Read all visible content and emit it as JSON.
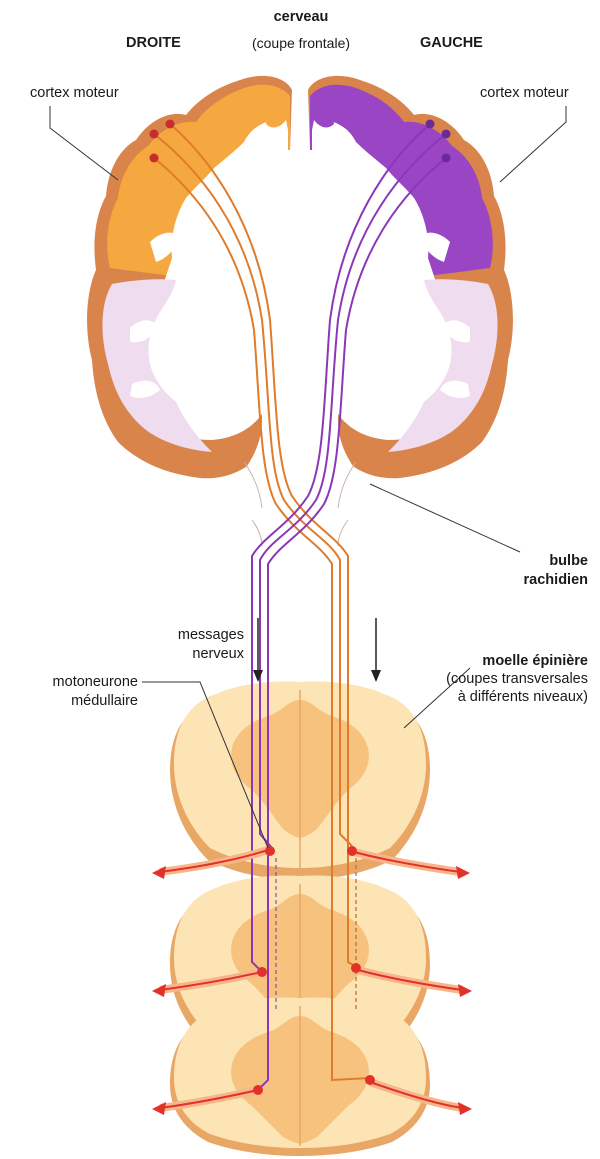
{
  "labels": {
    "droite": "DROITE",
    "cerveau": "cerveau",
    "coupe_frontale": "(coupe frontale)",
    "gauche": "GAUCHE",
    "cortex_moteur_droite": "cortex moteur",
    "cortex_moteur_gauche": "cortex moteur",
    "bulbe": "bulbe",
    "rachidien": "rachidien",
    "messages": "messages",
    "nerveux": "nerveux",
    "moelle_epiniere": "moelle épinière",
    "coupes_transversales": "(coupes transversales",
    "differents_niveaux": "à différents niveaux)",
    "motoneurone": "motoneurone",
    "medullaire": "médullaire"
  },
  "colors": {
    "right_cortex": "#f5a740",
    "left_cortex": "#9a45c4",
    "brain_outline": "#d9844a",
    "white_matter": "#ffffff",
    "inner_grey": "#efdcef",
    "spinal_cord": "#fde4b4",
    "grey_matter": "#f6c27e",
    "fiber_orange": "#e07b2a",
    "fiber_purple": "#8a38b8",
    "arrow_red": "#e2312b"
  }
}
